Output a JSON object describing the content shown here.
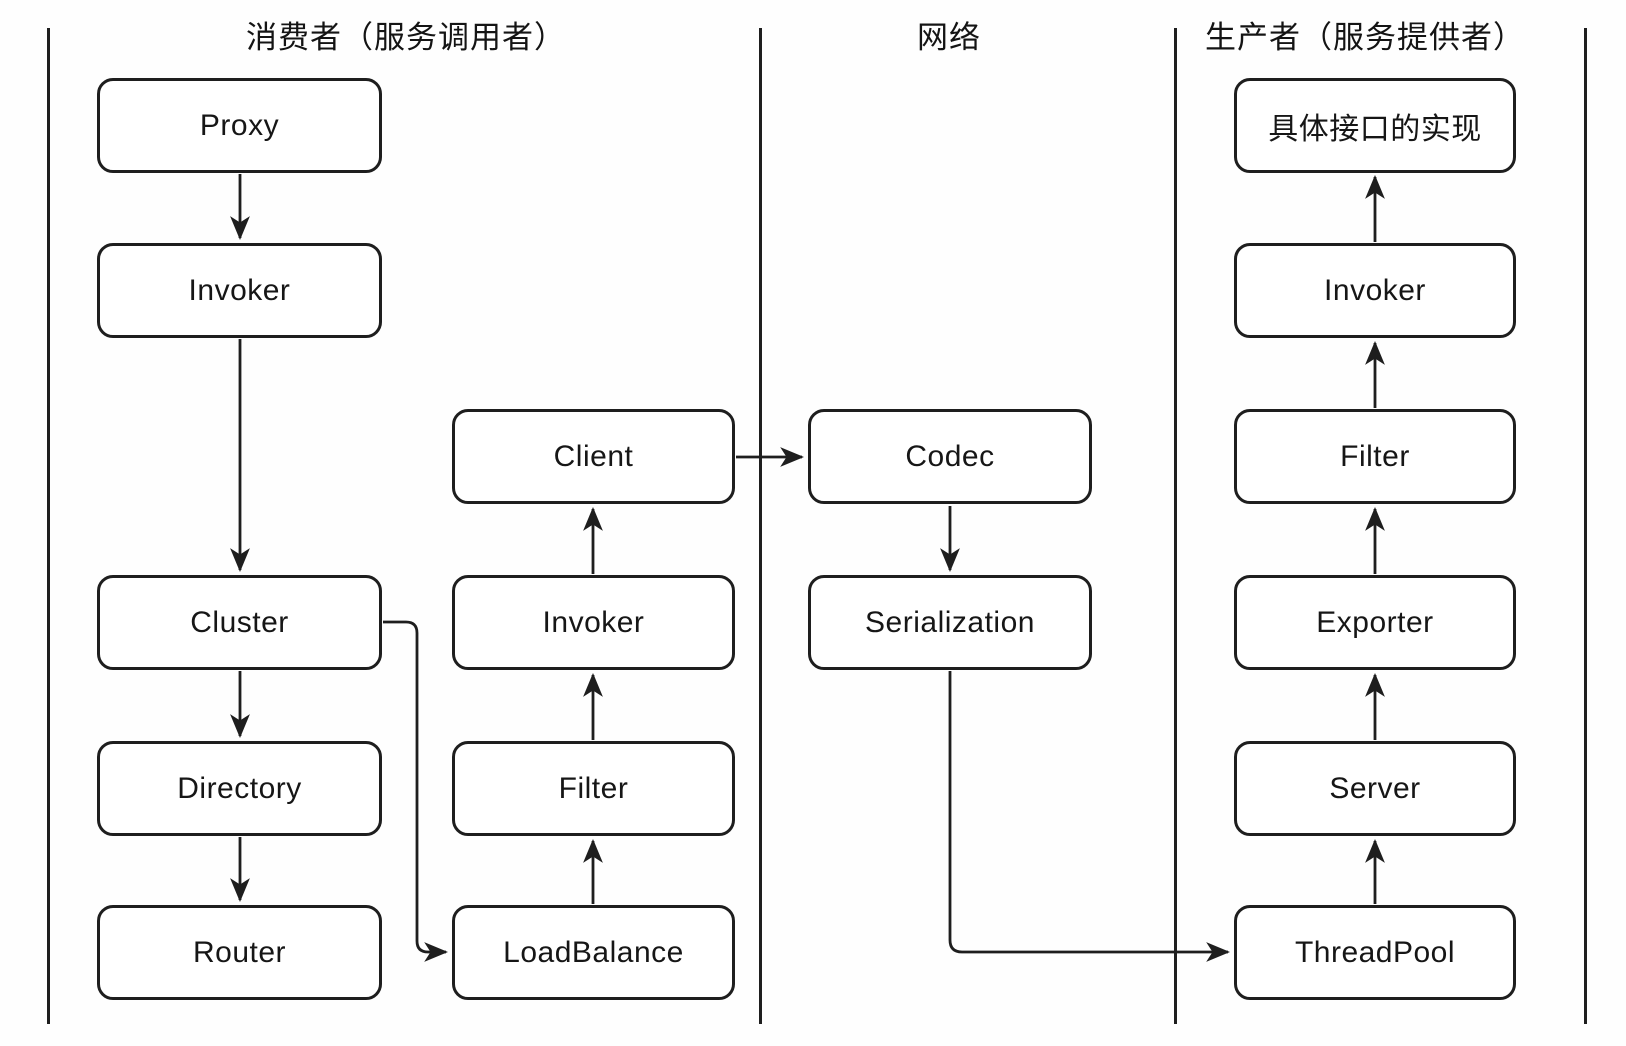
{
  "diagram": {
    "kind": "rpc-architecture-flow",
    "sections": {
      "consumer": "消费者（服务调用者）",
      "network": "网络",
      "producer": "生产者（服务提供者）"
    },
    "nodes": {
      "proxy": "Proxy",
      "invoker_consumer": "Invoker",
      "cluster": "Cluster",
      "directory": "Directory",
      "router": "Router",
      "client": "Client",
      "invoker_consumer_2": "Invoker",
      "filter_consumer": "Filter",
      "loadbalance": "LoadBalance",
      "codec": "Codec",
      "serialization": "Serialization",
      "impl": "具体接口的实现",
      "invoker_producer": "Invoker",
      "filter_producer": "Filter",
      "exporter": "Exporter",
      "server": "Server",
      "threadpool": "ThreadPool"
    },
    "edges": [
      {
        "from": "proxy",
        "to": "invoker_consumer",
        "direction": "down"
      },
      {
        "from": "invoker_consumer",
        "to": "cluster",
        "direction": "down"
      },
      {
        "from": "cluster",
        "to": "directory",
        "direction": "down"
      },
      {
        "from": "directory",
        "to": "router",
        "direction": "down"
      },
      {
        "from": "cluster",
        "to": "loadbalance",
        "direction": "elbow-right-down"
      },
      {
        "from": "loadbalance",
        "to": "filter_consumer",
        "direction": "up"
      },
      {
        "from": "filter_consumer",
        "to": "invoker_consumer_2",
        "direction": "up"
      },
      {
        "from": "invoker_consumer_2",
        "to": "client",
        "direction": "up"
      },
      {
        "from": "client",
        "to": "codec",
        "direction": "right"
      },
      {
        "from": "codec",
        "to": "serialization",
        "direction": "down"
      },
      {
        "from": "serialization",
        "to": "threadpool",
        "direction": "elbow-down-right"
      },
      {
        "from": "threadpool",
        "to": "server",
        "direction": "up"
      },
      {
        "from": "server",
        "to": "exporter",
        "direction": "up"
      },
      {
        "from": "exporter",
        "to": "filter_producer",
        "direction": "up"
      },
      {
        "from": "filter_producer",
        "to": "invoker_producer",
        "direction": "up"
      },
      {
        "from": "invoker_producer",
        "to": "impl",
        "direction": "up"
      }
    ],
    "colors": {
      "ink": "#1e1e1e",
      "paper": "#fefefe"
    }
  }
}
